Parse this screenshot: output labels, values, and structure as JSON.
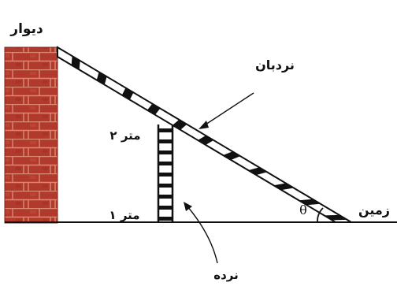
{
  "labels": {
    "wall": "دیوار",
    "ladder": "نردبان",
    "fence": "نرده",
    "ground": "زمین",
    "height_2m": "۲ متر",
    "distance_1m": "۱ متر",
    "angle": "θ"
  },
  "colors": {
    "brick": "#b23a2c",
    "mortar": "#d98a74",
    "ink": "#111111"
  }
}
